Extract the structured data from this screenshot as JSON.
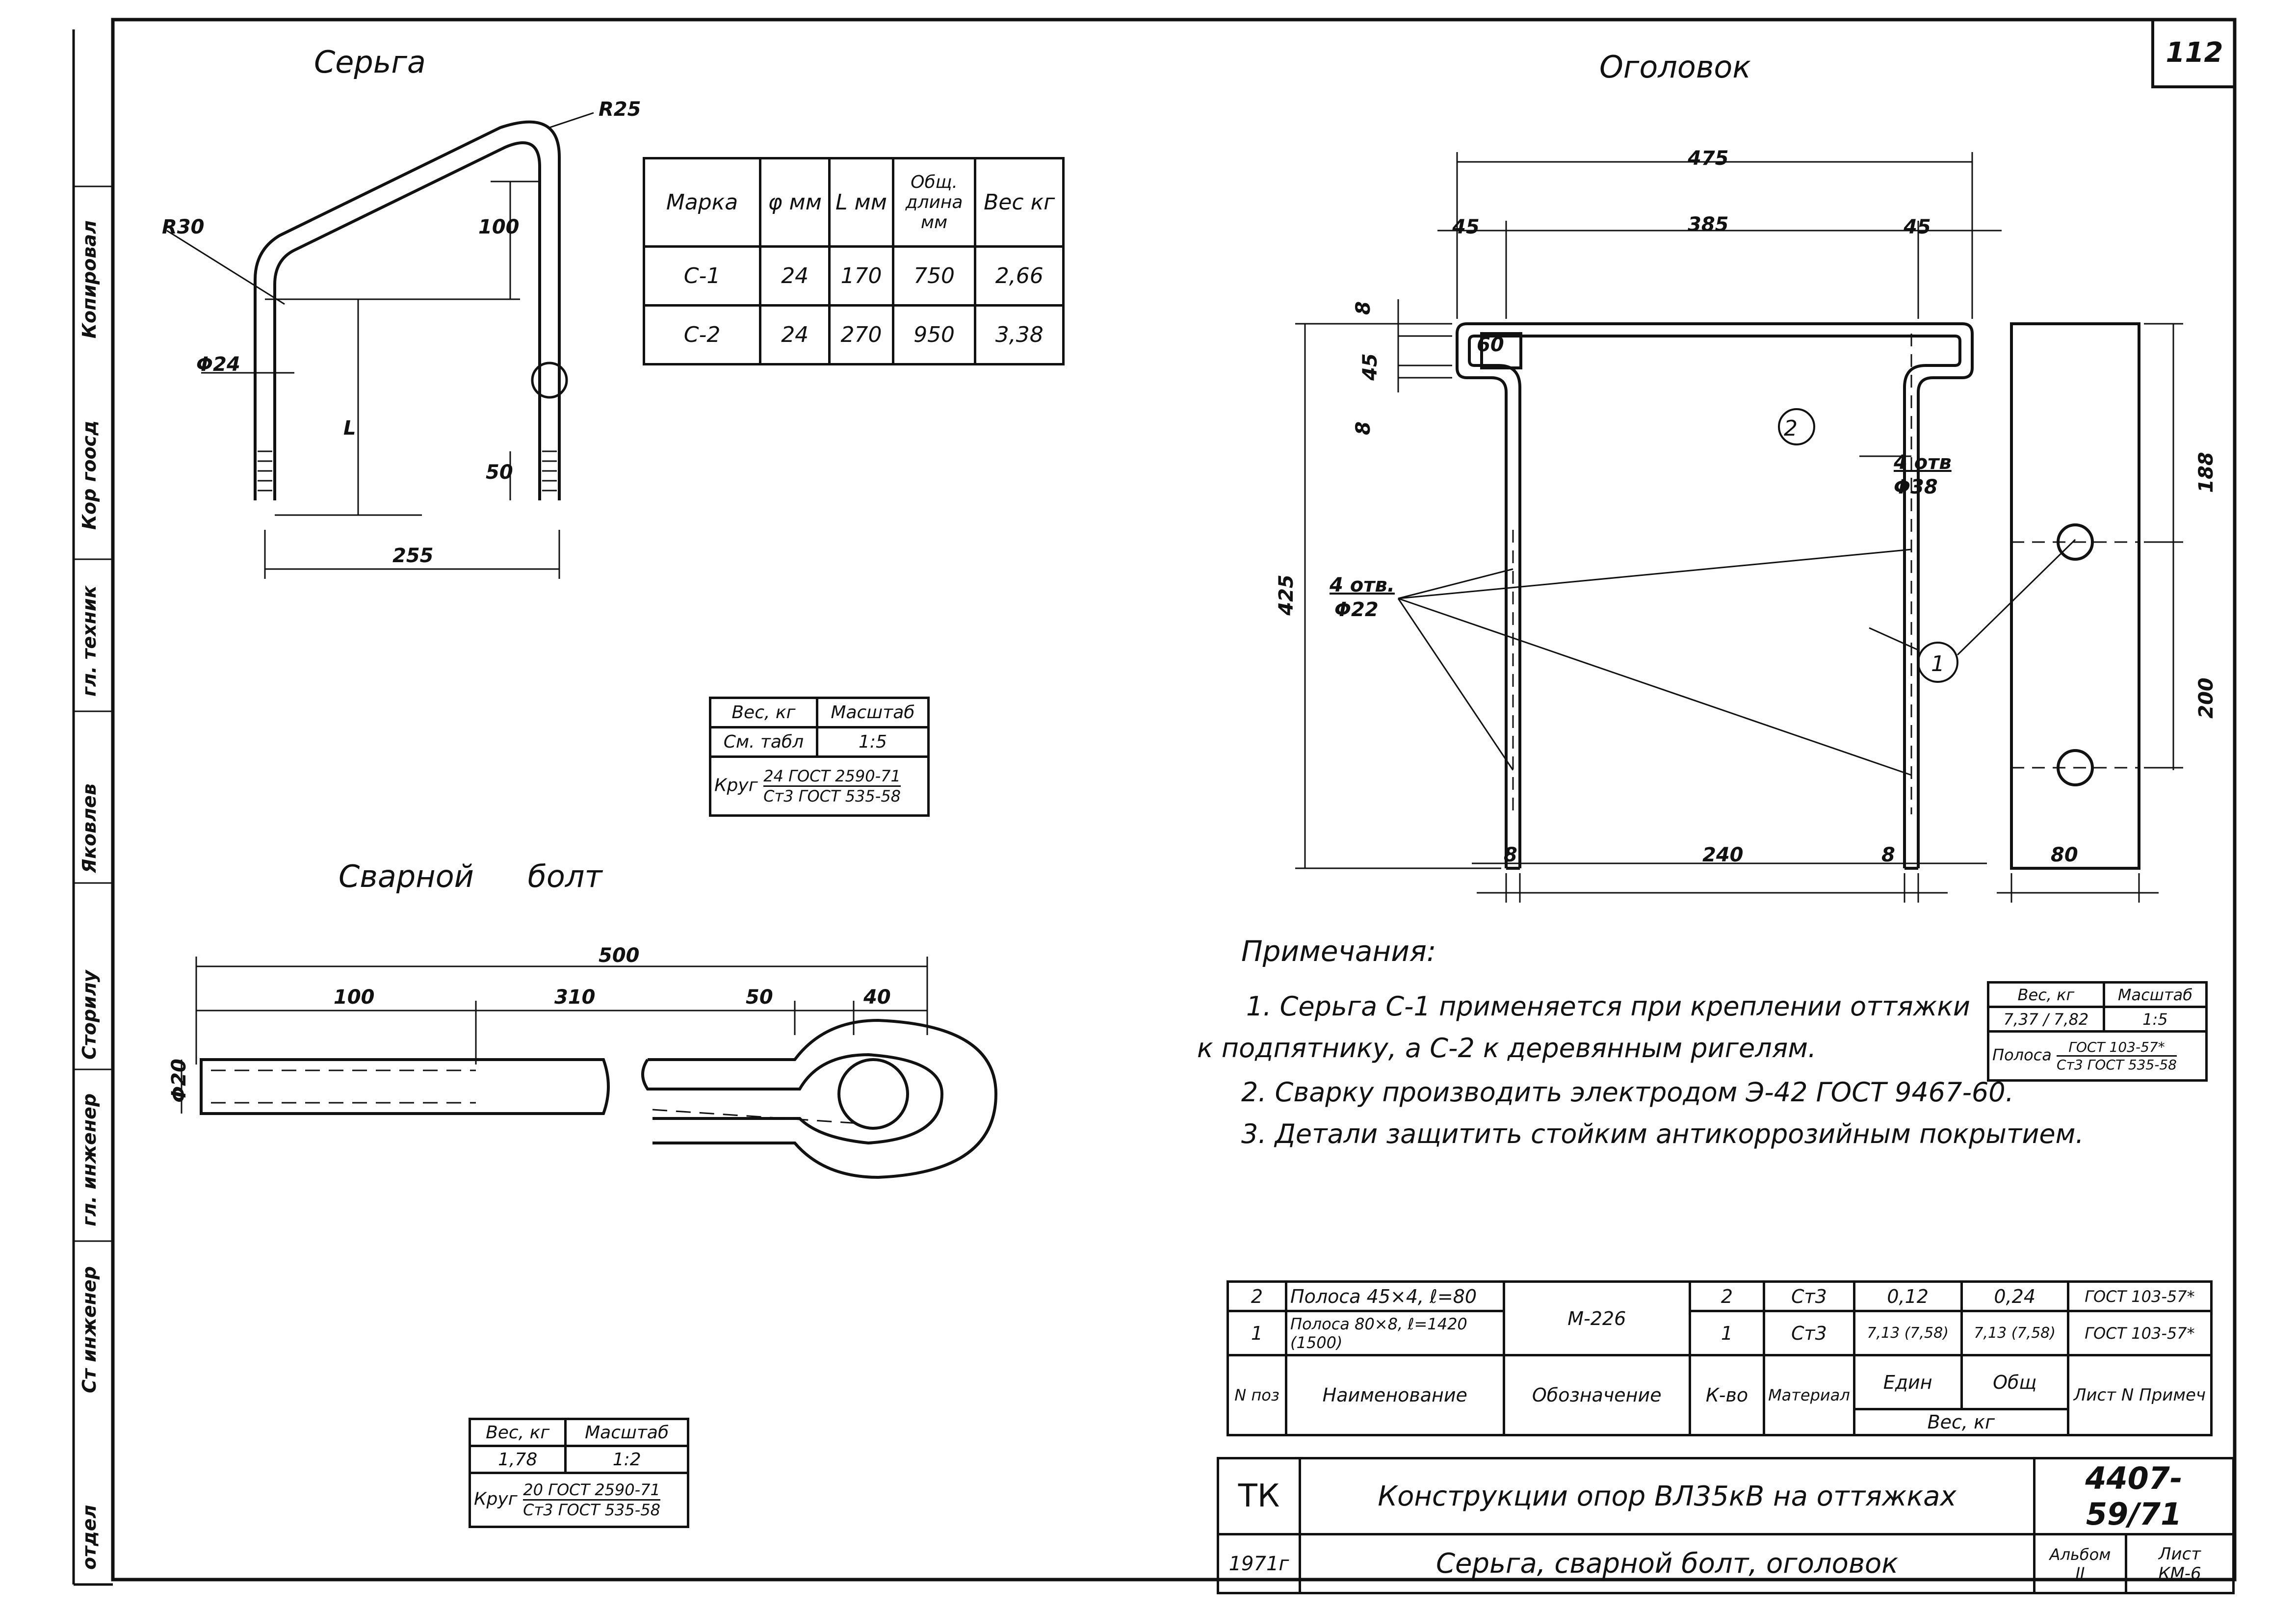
{
  "sheet_number": "112",
  "left_strip": [
    "Копировал",
    "Кор гоосд",
    "гл. техник",
    "Яковлев",
    "Сторилу",
    "гл. инженер",
    "Ст инженер",
    "отдел"
  ],
  "serga": {
    "title": "Серьга",
    "dims": {
      "r25": "R25",
      "r30": "R30",
      "d24": "Φ24",
      "h100": "100",
      "L": "L",
      "h50": "50",
      "w255": "255"
    },
    "table": {
      "headers": [
        "Марка",
        "φ мм",
        "L мм",
        "Общ. длина мм",
        "Вес кг"
      ],
      "rows": [
        [
          "С-1",
          "24",
          "170",
          "750",
          "2,66"
        ],
        [
          "С-2",
          "24",
          "270",
          "950",
          "3,38"
        ]
      ]
    },
    "stamp": {
      "h1": "Вес, кг",
      "h2": "Масштаб",
      "v1": "См. табл",
      "v2": "1:5",
      "mat_label": "Круг",
      "mat_top": "24 ГОСТ 2590-71",
      "mat_bot": "Ст3 ГОСТ 535-58"
    }
  },
  "bolt": {
    "title": "Сварной болт",
    "dims": {
      "total": "500",
      "a": "100",
      "b": "310",
      "c": "50",
      "d": "40",
      "dia": "Φ20"
    },
    "stamp": {
      "h1": "Вес, кг",
      "h2": "Масштаб",
      "v1": "1,78",
      "v2": "1:2",
      "mat_label": "Круг",
      "mat_top": "20 ГОСТ 2590-71",
      "mat_bot": "Ст3 ГОСТ 535-58"
    }
  },
  "ogolovok": {
    "title": "Оголовок",
    "dims": {
      "total": "475",
      "left": "45",
      "mid": "385",
      "right": "45",
      "top8": "8",
      "h45": "45",
      "low8": "8",
      "w60": "60",
      "h425": "425",
      "holes22": "4 отв.",
      "holes22d": "Φ22",
      "holes38": "4 отв",
      "holes38d": "Φ38",
      "b8l": "8",
      "b240": "240",
      "b8r": "8",
      "side188": "188",
      "side200": "200",
      "side80": "80"
    },
    "callouts": [
      "2",
      "1"
    ],
    "stamp": {
      "h1": "Вес, кг",
      "h2": "Масштаб",
      "v1a": "7,37",
      "v1b": "7,82",
      "v2": "1:5",
      "mat_label": "Полоса",
      "mat_top": "ГОСТ 103-57*",
      "mat_bot": "Ст3 ГОСТ 535-58"
    }
  },
  "notes": {
    "title": "Примечания:",
    "lines": [
      "1. Серьга С-1 применяется при креплении оттяжки",
      "к подпятнику, а С-2 к деревянным ригелям.",
      "2. Сварку производить электродом Э-42 ГОСТ 9467-60.",
      "3. Детали защитить стойким антикоррозийным покрытием."
    ]
  },
  "spec": {
    "rows": [
      {
        "pos": "2",
        "name": "Полоса 45×4, ℓ=80",
        "des": "М-226",
        "qty": "2",
        "mat": "Ст3",
        "unit": "0,12",
        "total": "0,24",
        "note": "ГОСТ 103-57*"
      },
      {
        "pos": "1",
        "name": "Полоса 80×8, ℓ=1420 (1500)",
        "des": "",
        "qty": "1",
        "mat": "Ст3",
        "unit": "7,13 (7,58)",
        "total": "7,13 (7,58)",
        "note": "ГОСТ 103-57*"
      }
    ],
    "headers": {
      "pos": "N поз",
      "name": "Наименование",
      "des": "Обозначение",
      "qty": "К-во",
      "mat": "Материал",
      "unit": "Един",
      "total": "Общ",
      "weight": "Вес, кг",
      "note": "Лист N Примеч"
    }
  },
  "title_block": {
    "org": "ТК",
    "line1": "Конструкции опор ВЛ35кВ на оттяжках",
    "line2": "Серьга, сварной болт, оголовок",
    "year": "1971г",
    "doc_code": "4407-59/71",
    "album_label": "Альбом",
    "album": "II",
    "sheet_label": "Лист",
    "sheet": "КМ-6"
  }
}
